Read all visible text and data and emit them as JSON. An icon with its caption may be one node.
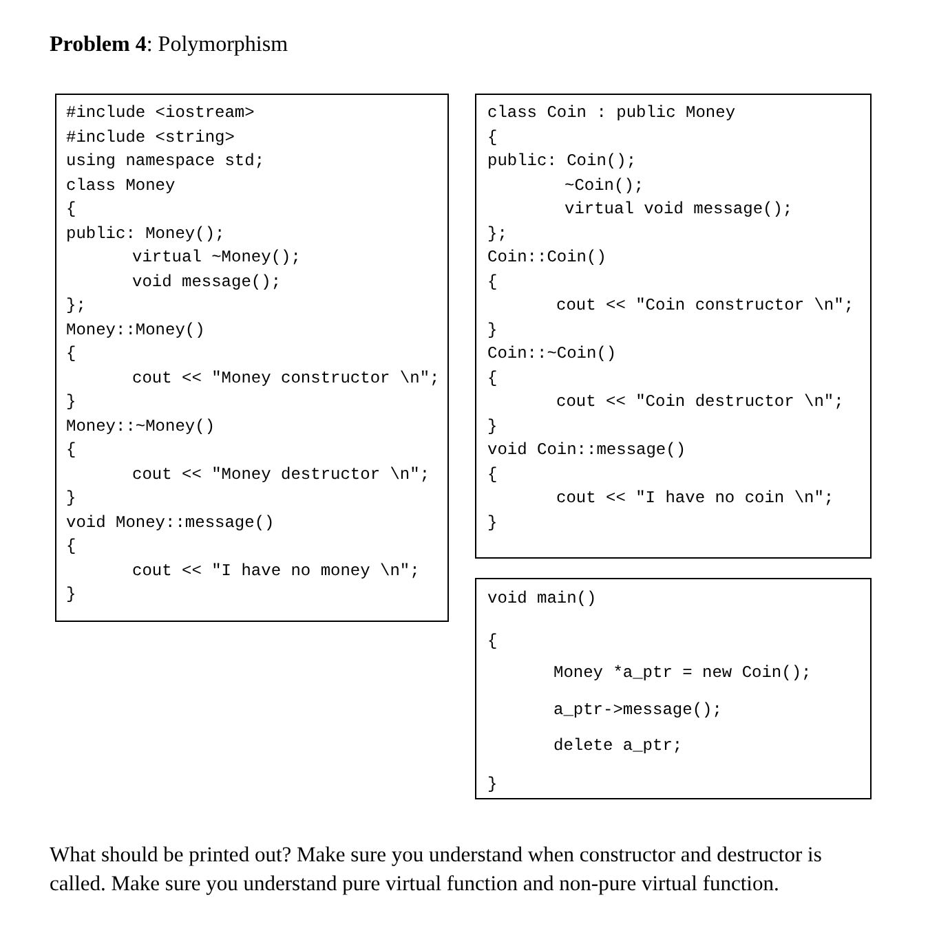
{
  "diagram": {
    "title": "**Problem 4**: Polymorphism",
    "nodes": [
      {
        "text": [
          "#include <iostream>",
          "#include <string>",
          "using namespace std;",
          "class Money",
          "{",
          "public: Money();",
          "virtual ~Money();",
          "void message();",
          "};",
          "Money::Money()",
          "{",
          "cout << \"Money constructor \\n\";",
          "}",
          "Money::~Money()",
          "{",
          "cout << \"Money destructor \\n\";",
          "}",
          "void Money::message()",
          "{",
          "cout << \"I have no money \\n\";",
          "}"
        ]
      },
      {
        "text": [
          "class Coin : public Money",
          "{",
          "public: Coin();",
          "~Coin();",
          "virtual void message();",
          "};",
          "Coin::Coin()",
          "{",
          "cout << \"Coin constructor \\n\";",
          "}",
          "Coin::~Coin()",
          "{",
          "cout << \"Coin destructor \\n\";",
          "}",
          "void Coin::message()",
          "{",
          "cout << \"I have no coin \\n\";",
          "}"
        ]
      },
      {
        "text": [
          "void main()",
          "{",
          "Money *a_ptr = new Coin();",
          "a_ptr->message();",
          "delete a_ptr;",
          "}"
        ]
      }
    ],
    "caption": "What should be printed out? Make sure you understand when constructor and destructor is called. Make sure you understand pure virtual function and non-pure virtual function."
  }
}
